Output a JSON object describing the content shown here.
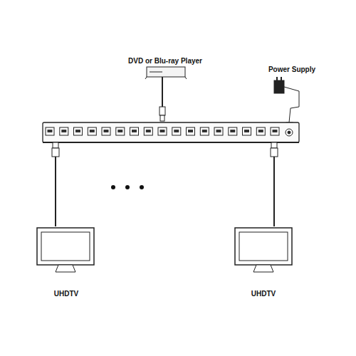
{
  "diagram": {
    "nodes": [
      {
        "text": [
          "DVD or Blu-ray Player"
        ]
      },
      {
        "text": [
          "Power Supply"
        ]
      },
      {
        "text": [
          "UHDTV"
        ]
      },
      {
        "text": [
          "UHDTV"
        ]
      }
    ]
  }
}
